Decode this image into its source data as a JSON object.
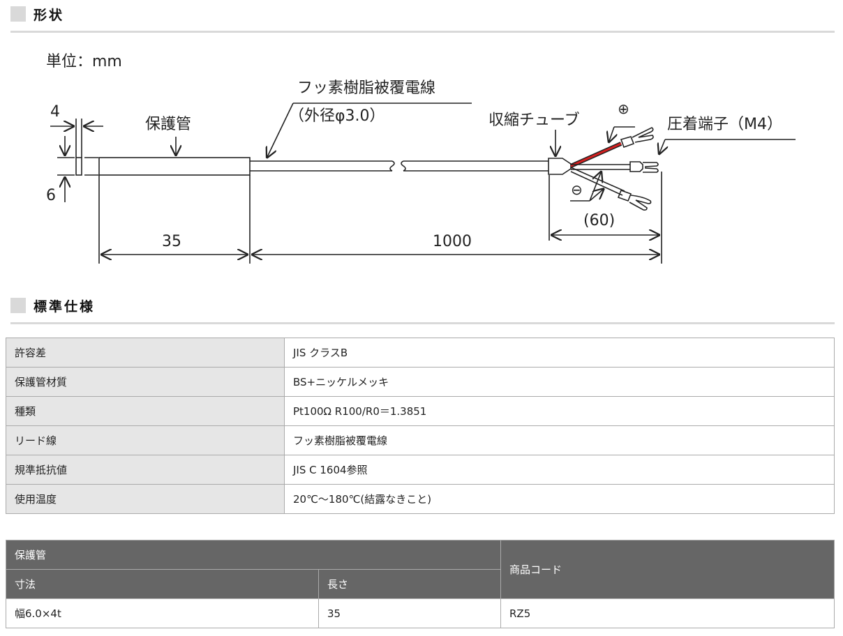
{
  "sections": {
    "shape": {
      "title": "形状"
    },
    "spec": {
      "title": "標準仕様"
    }
  },
  "diagram": {
    "unit_label": "単位：mm",
    "labels": {
      "protection_tube": "保護管",
      "lead_wire_line1": "フッ素樹脂被覆電線",
      "lead_wire_line2": "（外径φ3.0）",
      "shrink_tube": "収縮チューブ",
      "crimp_terminal": "圧着端子（M4）",
      "plus": "⊕",
      "minus": "⊖"
    },
    "dimensions": {
      "thickness": "4",
      "width": "6",
      "tube_length": "35",
      "lead_length": "1000",
      "terminal_length": "(60)"
    },
    "colors": {
      "positive_wire": "#d42020",
      "line": "#222222"
    }
  },
  "spec_table": {
    "rows": [
      {
        "key": "許容差",
        "value": "JIS クラスB"
      },
      {
        "key": "保護管材質",
        "value": "BS+ニッケルメッキ"
      },
      {
        "key": "種類",
        "value": "Pt100Ω R100/R0＝1.3851"
      },
      {
        "key": "リード線",
        "value": "フッ素樹脂被覆電線"
      },
      {
        "key": "規準抵抗値",
        "value": "JIS C 1604参照"
      },
      {
        "key": "使用温度",
        "value": "20℃～180℃(結露なきこと)"
      }
    ]
  },
  "product_table": {
    "header_group": "保護管",
    "headers": {
      "size": "寸法",
      "length": "長さ",
      "code": "商品コード"
    },
    "rows": [
      {
        "size": "幅6.0×4t",
        "length": "35",
        "code": "RZ5"
      }
    ]
  }
}
